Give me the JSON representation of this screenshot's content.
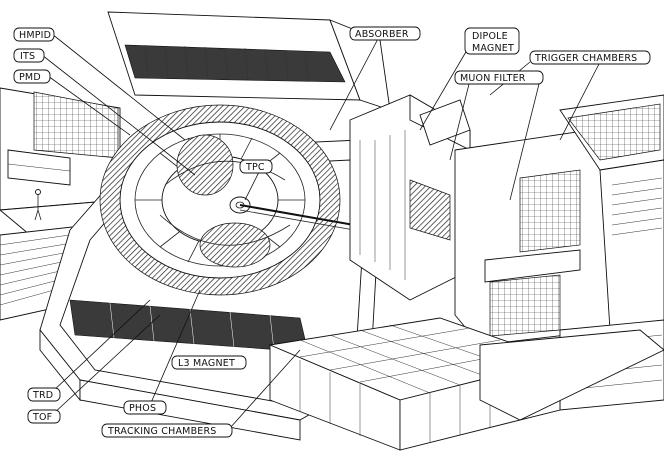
{
  "labels": {
    "hmpid": "HMPID",
    "its": "ITS",
    "pmd": "PMD",
    "absorber": "ABSORBER",
    "dipole_magnet_line1": "DIPOLE",
    "dipole_magnet_line2": "MAGNET",
    "trigger_chambers": "TRIGGER CHAMBERS",
    "muon_filter": "MUON FILTER",
    "tpc": "TPC",
    "l3_magnet": "L3 MAGNET",
    "trd": "TRD",
    "tof": "TOF",
    "phos": "PHOS",
    "tracking_chambers": "TRACKING CHAMBERS"
  },
  "colors": {
    "ink": "#111111",
    "background": "#ffffff",
    "dark_fill": "#3a3a3a"
  }
}
